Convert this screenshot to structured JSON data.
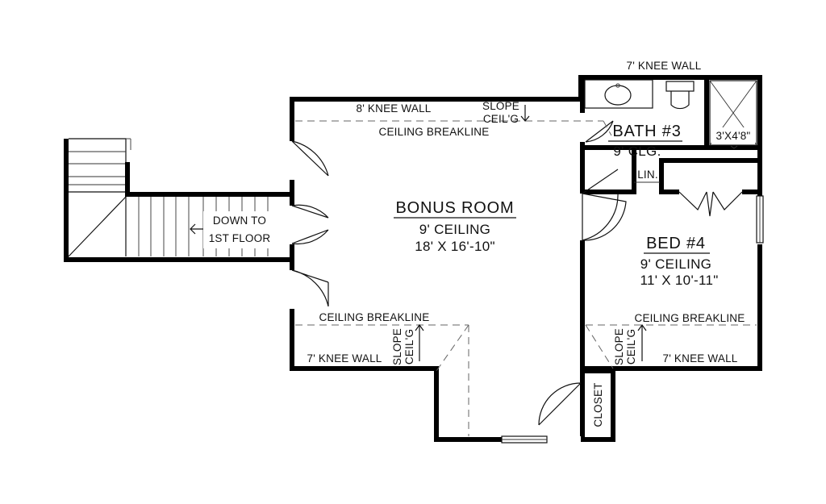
{
  "rooms": {
    "bonus": {
      "name": "BONUS ROOM",
      "ceiling": "9' CEILING",
      "size": "18' X 16'-10\""
    },
    "bath": {
      "name": "BATH #3",
      "ceiling": "9' CLG."
    },
    "bed": {
      "name": "BED #4",
      "ceiling": "9' CEILING",
      "size": "11' X 10'-11\""
    }
  },
  "labels": {
    "knee_wall_top": "7' KNEE WALL",
    "knee_wall_bonus_top": "8' KNEE WALL",
    "knee_wall_bonus_bottom": "7' KNEE WALL",
    "knee_wall_bed_bottom": "7' KNEE WALL",
    "slope_word": "SLOPE",
    "ceil_word": "CEIL'G",
    "breakline": "CEILING BREAKLINE",
    "shower": "3'X4'8\"",
    "linen": "LIN.",
    "closet": "CLOSET",
    "stair_line1": "DOWN TO",
    "stair_line2": "1ST FLOOR"
  }
}
